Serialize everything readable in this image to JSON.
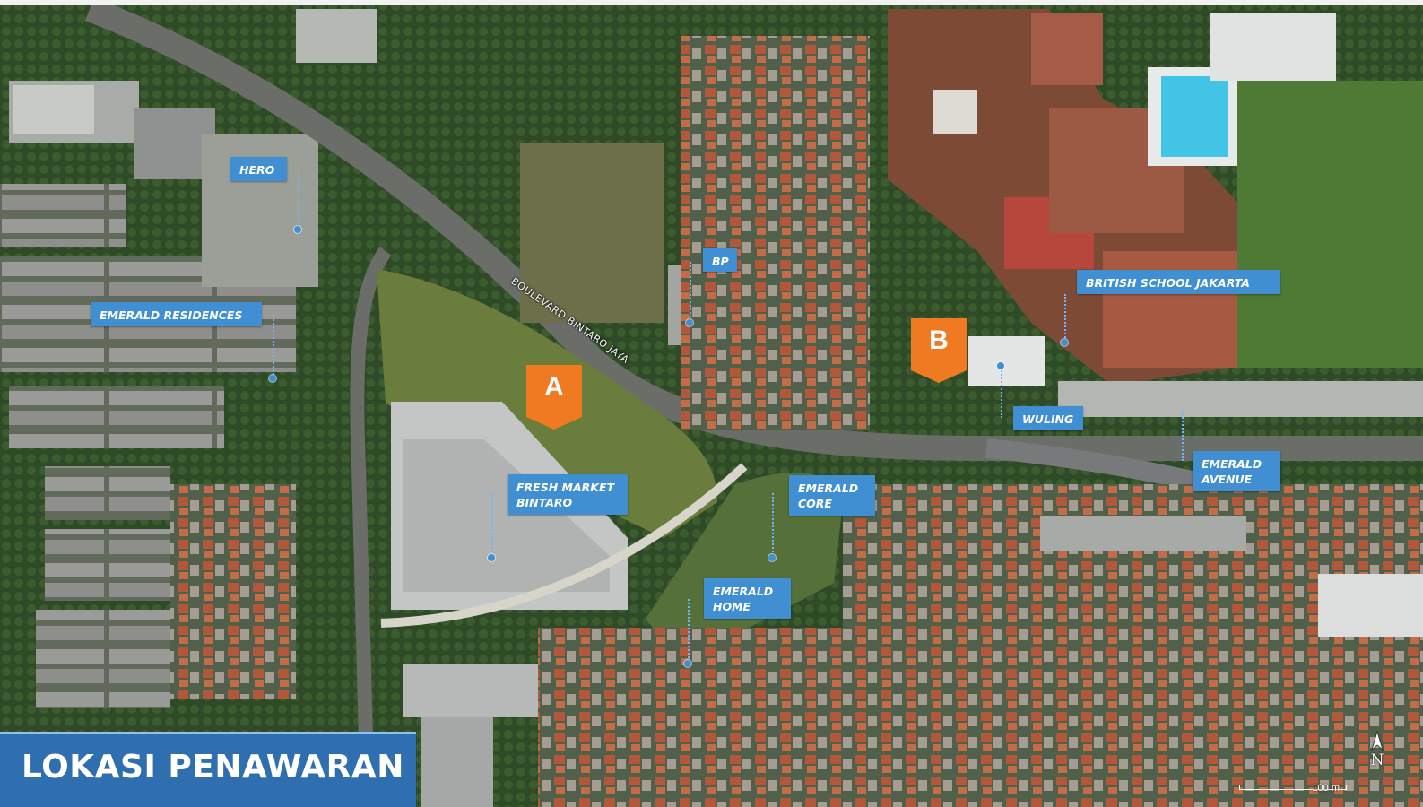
{
  "title": "LOKASI PENAWARAN",
  "road_label": "BOULEVARD BINTARO JAYA",
  "markers": {
    "a": "A",
    "b": "B"
  },
  "labels": {
    "hero": "HERO",
    "emerald_residences": "EMERALD RESIDENCES",
    "bp": "BP",
    "british_school": "BRITISH SCHOOL JAKARTA",
    "wuling": "WULING",
    "emerald_avenue_1": "EMERALD",
    "emerald_avenue_2": "AVENUE",
    "fresh_market_1": "FRESH MARKET",
    "fresh_market_2": "BINTARO",
    "emerald_core_1": "EMERALD",
    "emerald_core_2": "CORE",
    "emerald_home_1": "EMERALD",
    "emerald_home_2": "HOME"
  },
  "scale": "100 m",
  "north": "N",
  "colors": {
    "label_bg": "#3f8fd2",
    "marker": "#f07a22",
    "title_bg": "#2f6faf"
  }
}
